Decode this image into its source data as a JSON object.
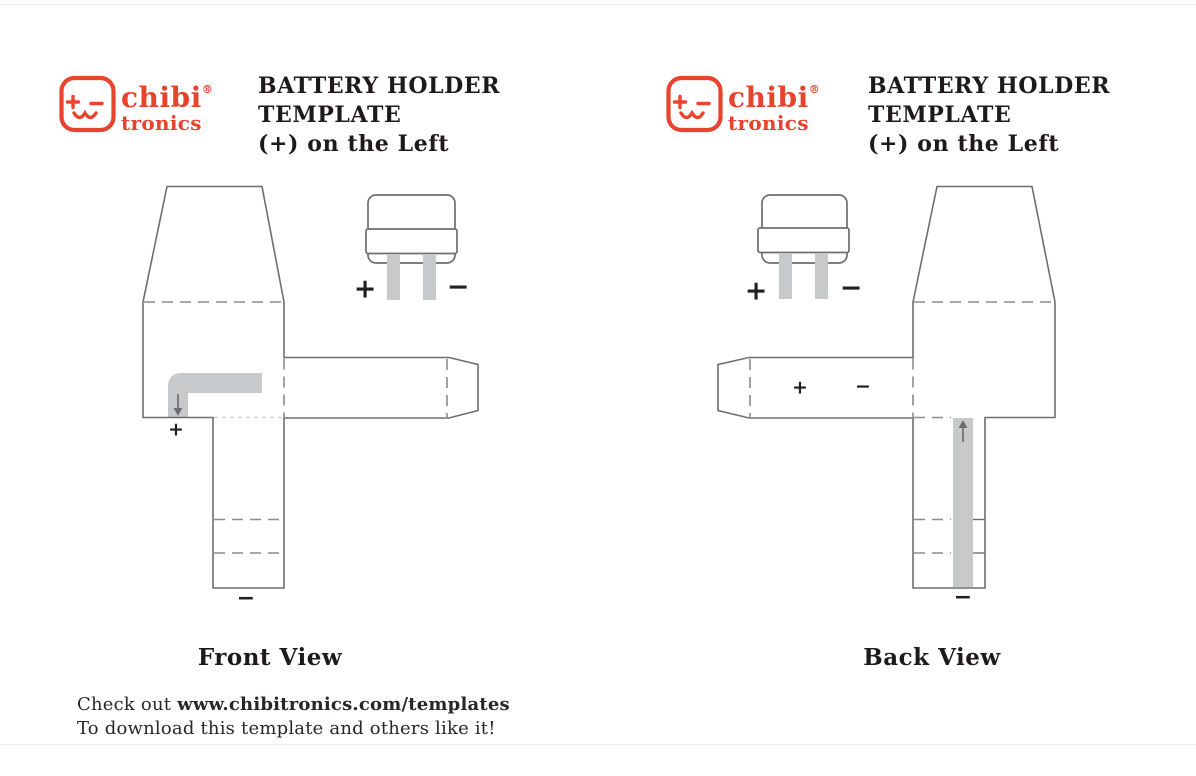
{
  "brand": {
    "chibi": "chibi",
    "tronics": "tronics",
    "reg": "®",
    "red": "#e8432d"
  },
  "header": {
    "title_lines": [
      "BATTERY HOLDER",
      "TEMPLATE"
    ],
    "subtitle": "(+) on the Left"
  },
  "front": {
    "caption": "Front View",
    "clip_plus": "+",
    "clip_minus": "−",
    "tape_plus": "+",
    "strip_minus": "−"
  },
  "back": {
    "caption": "Back View",
    "clip_plus": "+",
    "clip_minus": "−",
    "arm_plus": "+",
    "arm_minus": "−",
    "strip_minus": "−"
  },
  "footer": {
    "prefix": "Check out ",
    "url": "www.chibitronics.com/templates",
    "line2": "To download this template and others like it!"
  },
  "icons": {
    "logo": "chibitronics-face-logo",
    "front_tape_arrow": "down-arrow",
    "back_tape_arrow": "up-arrow"
  },
  "colors": {
    "outline_gray": "#6d6e71",
    "fold_dash_gray": "#8a8c8f",
    "fine_dot_gray": "#c9cbcd",
    "tape_gray": "#c7c9cb",
    "text_dark": "#231f20",
    "brand_red": "#e8432d"
  }
}
